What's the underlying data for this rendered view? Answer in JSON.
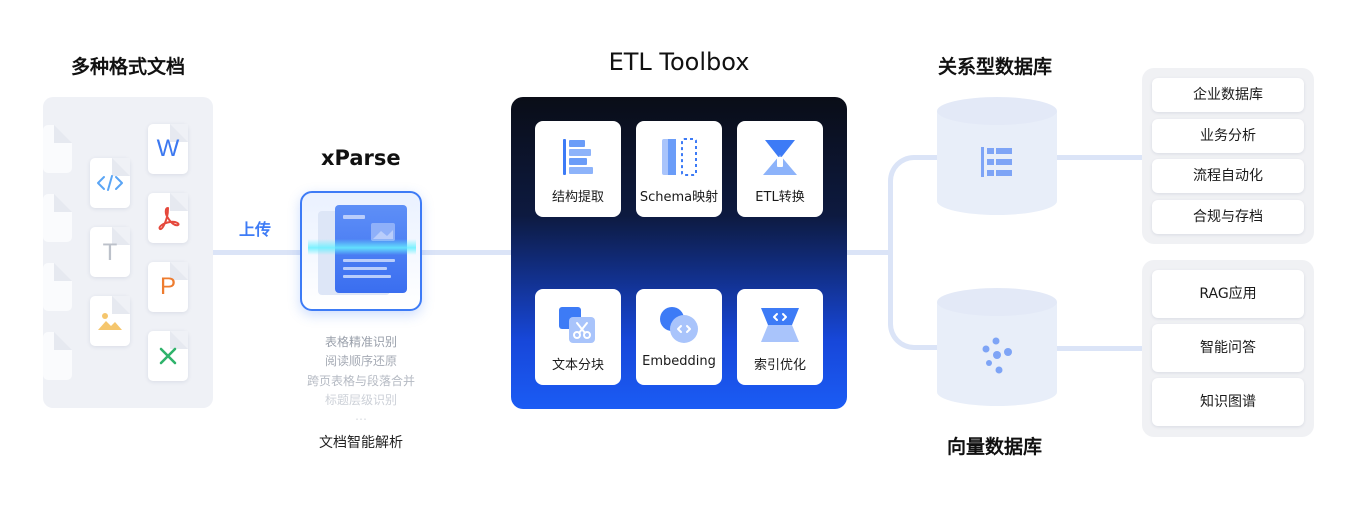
{
  "formats": {
    "title": "多种格式文档",
    "icons": [
      "code-doc-icon",
      "text-doc-icon",
      "image-doc-icon",
      "word-doc-icon",
      "pdf-doc-icon",
      "powerpoint-doc-icon",
      "excel-doc-icon"
    ]
  },
  "upload": {
    "label": "上传",
    "color": "#3d7bf6"
  },
  "xparse": {
    "title": "xParse",
    "features": [
      "表格精准识别",
      "阅读顺序还原",
      "跨页表格与段落合并",
      "标题层级识别",
      "…"
    ],
    "caption": "文档智能解析"
  },
  "etl": {
    "title": "ETL Toolbox",
    "tiles": [
      {
        "label": "结构提取",
        "icon": "structure-extract-icon"
      },
      {
        "label": "Schema映射",
        "icon": "schema-mapping-icon"
      },
      {
        "label": "ETL转换",
        "icon": "etl-transform-icon"
      },
      {
        "label": "文本分块",
        "icon": "text-chunk-icon"
      },
      {
        "label": "Embedding",
        "icon": "embedding-icon"
      },
      {
        "label": "索引优化",
        "icon": "index-optimize-icon"
      }
    ]
  },
  "relational_db": {
    "title": "关系型数据库",
    "icon": "table-structure-icon"
  },
  "vector_db": {
    "title": "向量数据库",
    "icon": "vector-dots-icon"
  },
  "relational_outputs": [
    "企业数据库",
    "业务分析",
    "流程自动化",
    "合规与存档"
  ],
  "vector_outputs": [
    "RAG应用",
    "智能问答",
    "知识图谱"
  ],
  "colors": {
    "accent": "#3d7bf6",
    "connector": "#dbe4f7",
    "panel_dark": "#0a0d17",
    "panel_blue": "#1b5cf5"
  }
}
